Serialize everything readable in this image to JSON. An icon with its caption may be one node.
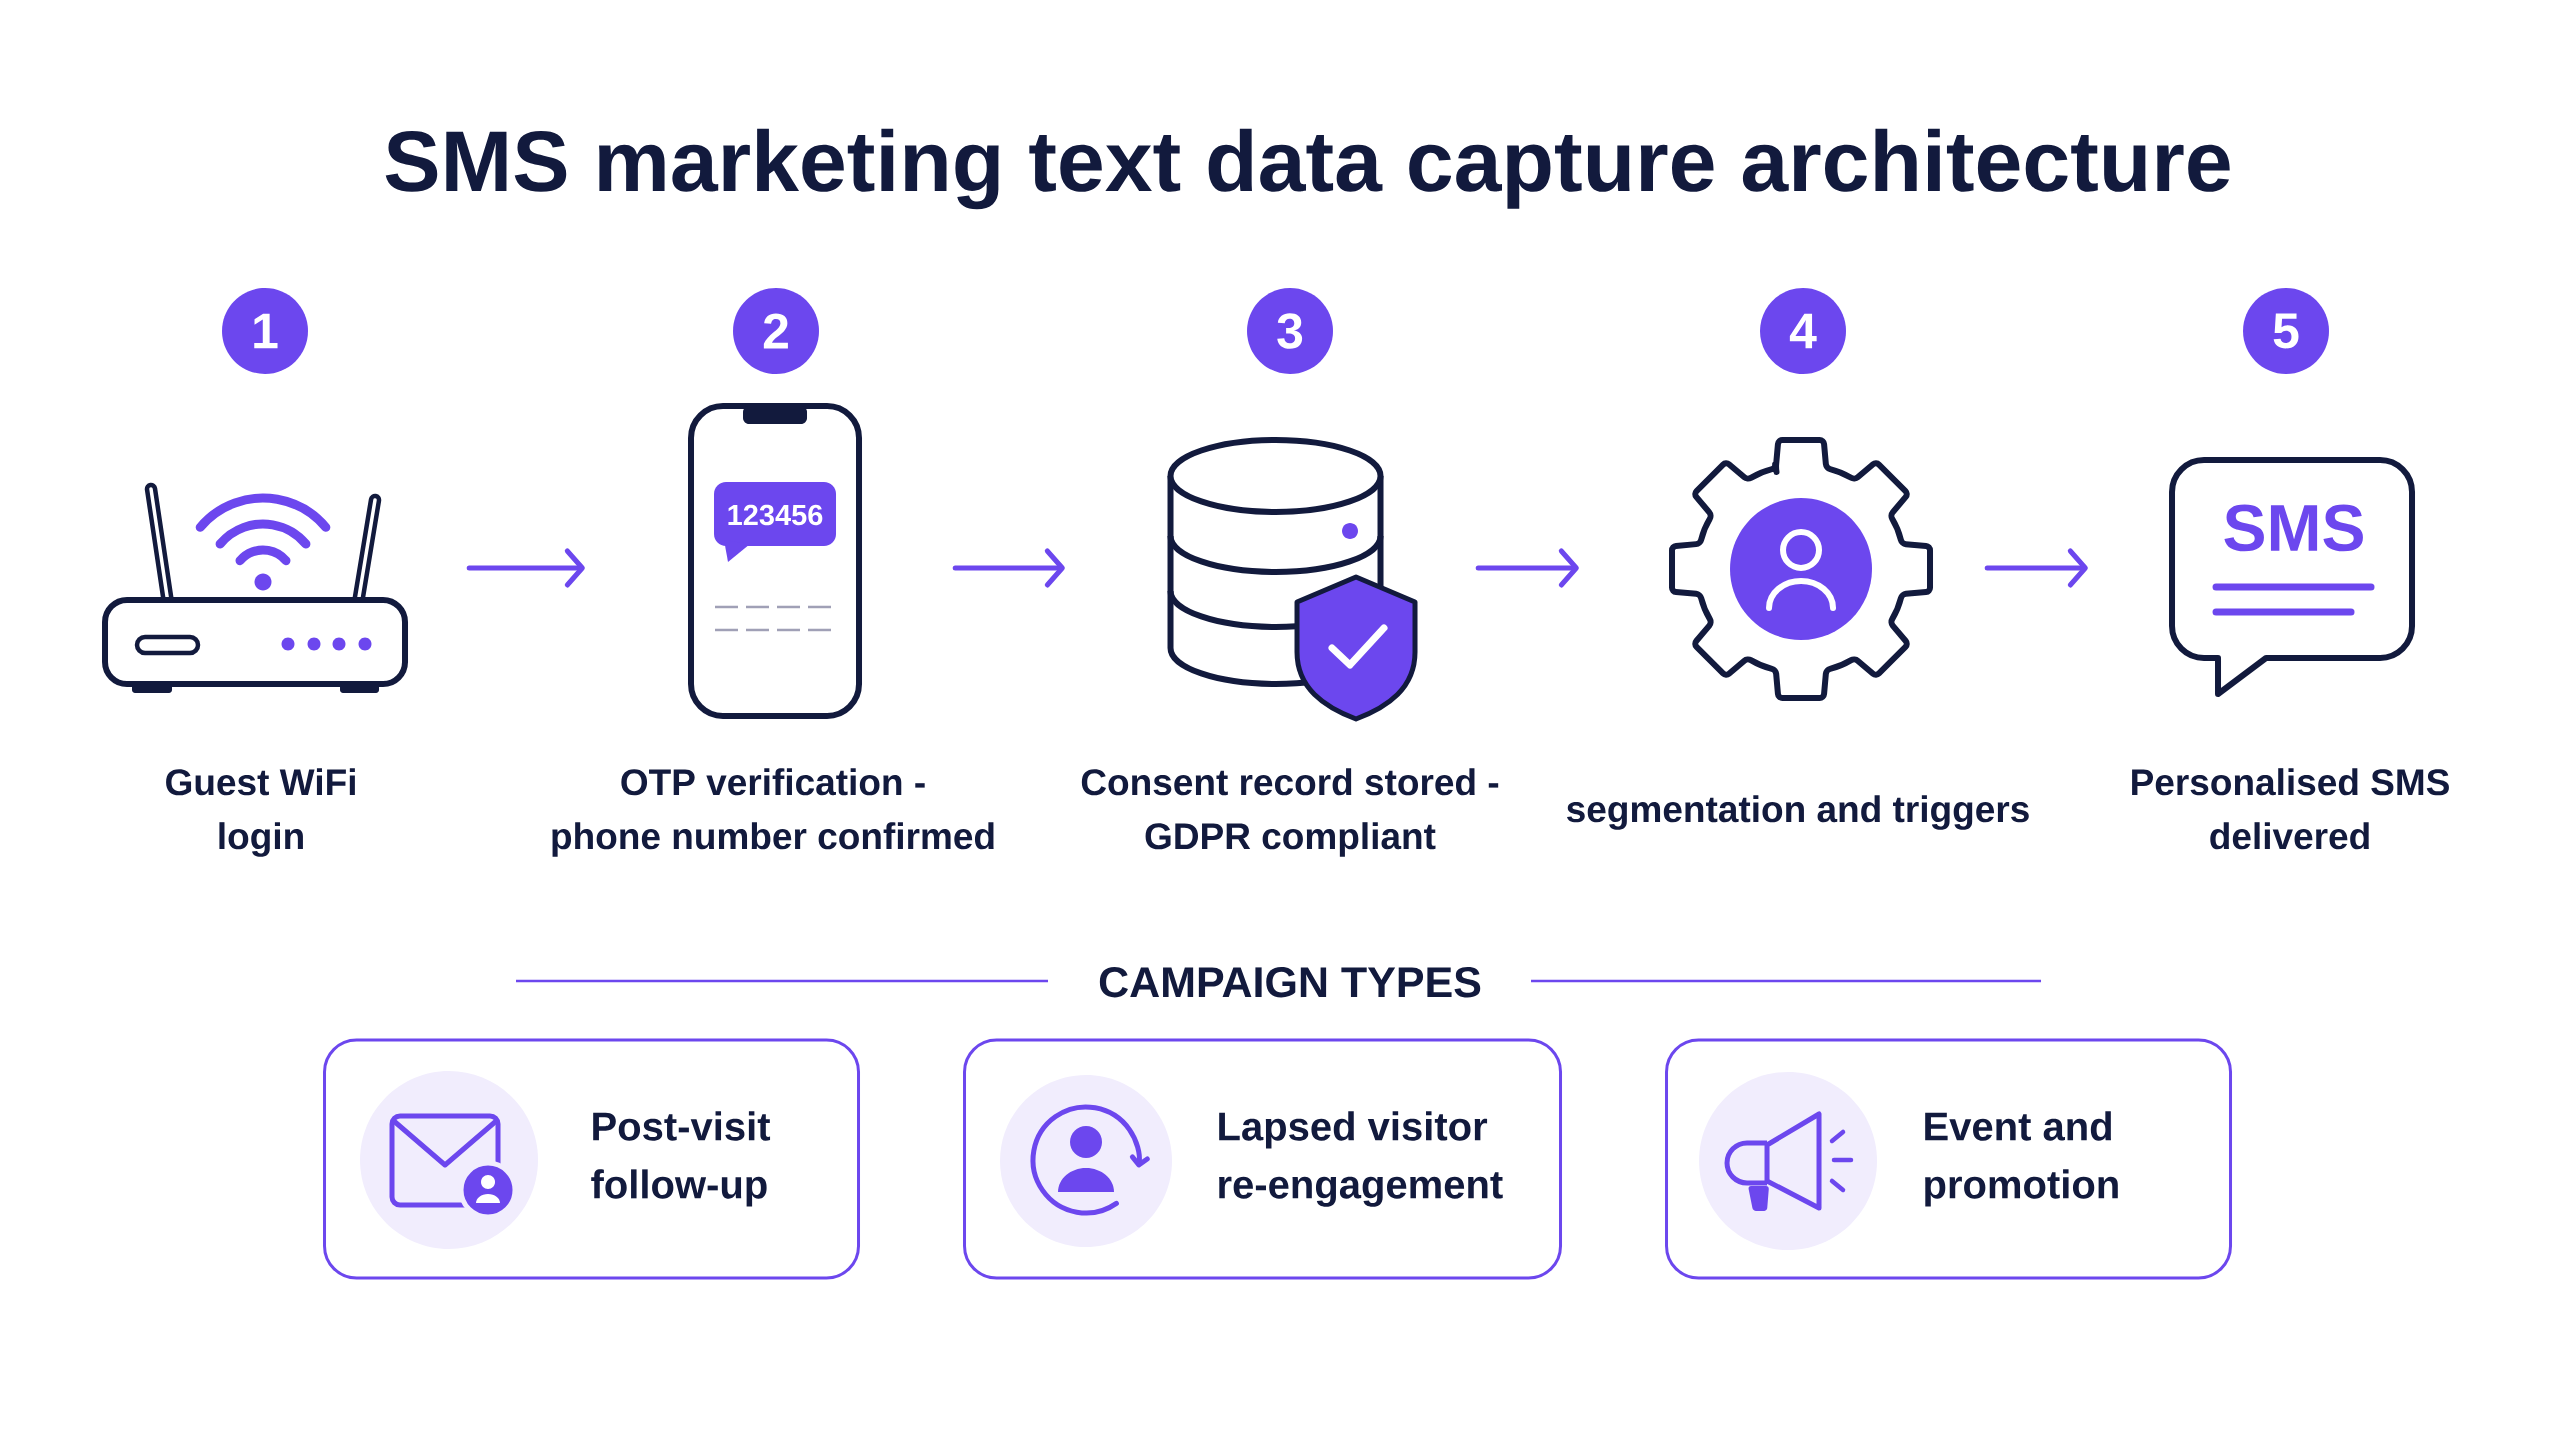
{
  "diagram": {
    "title": "SMS marketing text data capture architecture",
    "nodes": [
      {
        "text": [
          "1"
        ]
      },
      {
        "text": [
          "2"
        ]
      },
      {
        "text": [
          "3"
        ]
      },
      {
        "text": [
          "4"
        ]
      },
      {
        "text": [
          "5"
        ]
      },
      {
        "text": [],
        "shape": "picture",
        "beside": [
          "Guest WiFi login"
        ]
      },
      {
        "text": [
          "123456"
        ],
        "beside": [
          "OTP verification - phone number confirmed"
        ]
      },
      {
        "text": [],
        "shape": "picture",
        "beside": [
          "Consent record stored - GDPR compliant"
        ]
      },
      {
        "text": [],
        "shape": "picture",
        "beside": [
          "segmentation and triggers"
        ]
      },
      {
        "text": [
          "SMS"
        ],
        "beside": [
          "Personalised SMS delivered"
        ]
      },
      {
        "text": [
          "Post-visit follow-up"
        ]
      },
      {
        "text": [
          "Lapsed visitor re-engagement"
        ]
      },
      {
        "text": [
          "Event and promotion"
        ]
      }
    ],
    "edges": [
      {
        "from": 5,
        "to": 6,
        "arrow": "to"
      },
      {
        "from": 6,
        "to": 7,
        "arrow": "to"
      },
      {
        "from": 7,
        "to": 8,
        "arrow": "to"
      },
      {
        "from": 8,
        "to": 9,
        "arrow": "to"
      }
    ],
    "labels": [
      "CAMPAIGN TYPES"
    ]
  }
}
